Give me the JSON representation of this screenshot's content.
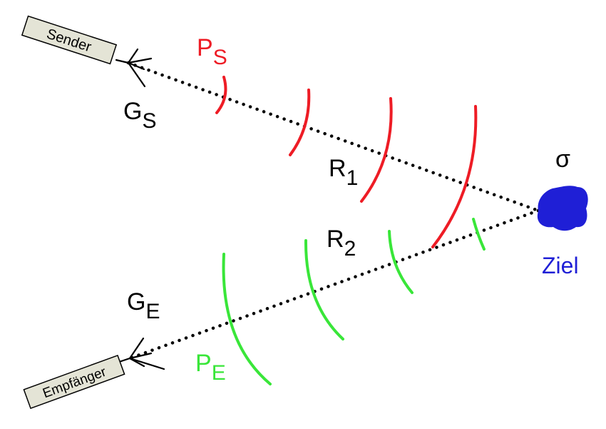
{
  "transmitter": {
    "label": "Sender"
  },
  "receiver": {
    "label": "Empfänger"
  },
  "gain_transmit": {
    "main": "G",
    "sub": "S"
  },
  "gain_receive": {
    "main": "G",
    "sub": "E"
  },
  "power_transmit": {
    "main": "P",
    "sub": "S"
  },
  "power_receive": {
    "main": "P",
    "sub": "E"
  },
  "range_1": {
    "main": "R",
    "sub": "1"
  },
  "range_2": {
    "main": "R",
    "sub": "2"
  },
  "cross_section": {
    "symbol": "σ"
  },
  "target": {
    "label": "Ziel"
  },
  "colors": {
    "transmit_wave": "#ee1c25",
    "receive_wave": "#39e639",
    "target": "#1f1fd6",
    "antenna_box": "#e4e4d6",
    "line": "#000000"
  }
}
